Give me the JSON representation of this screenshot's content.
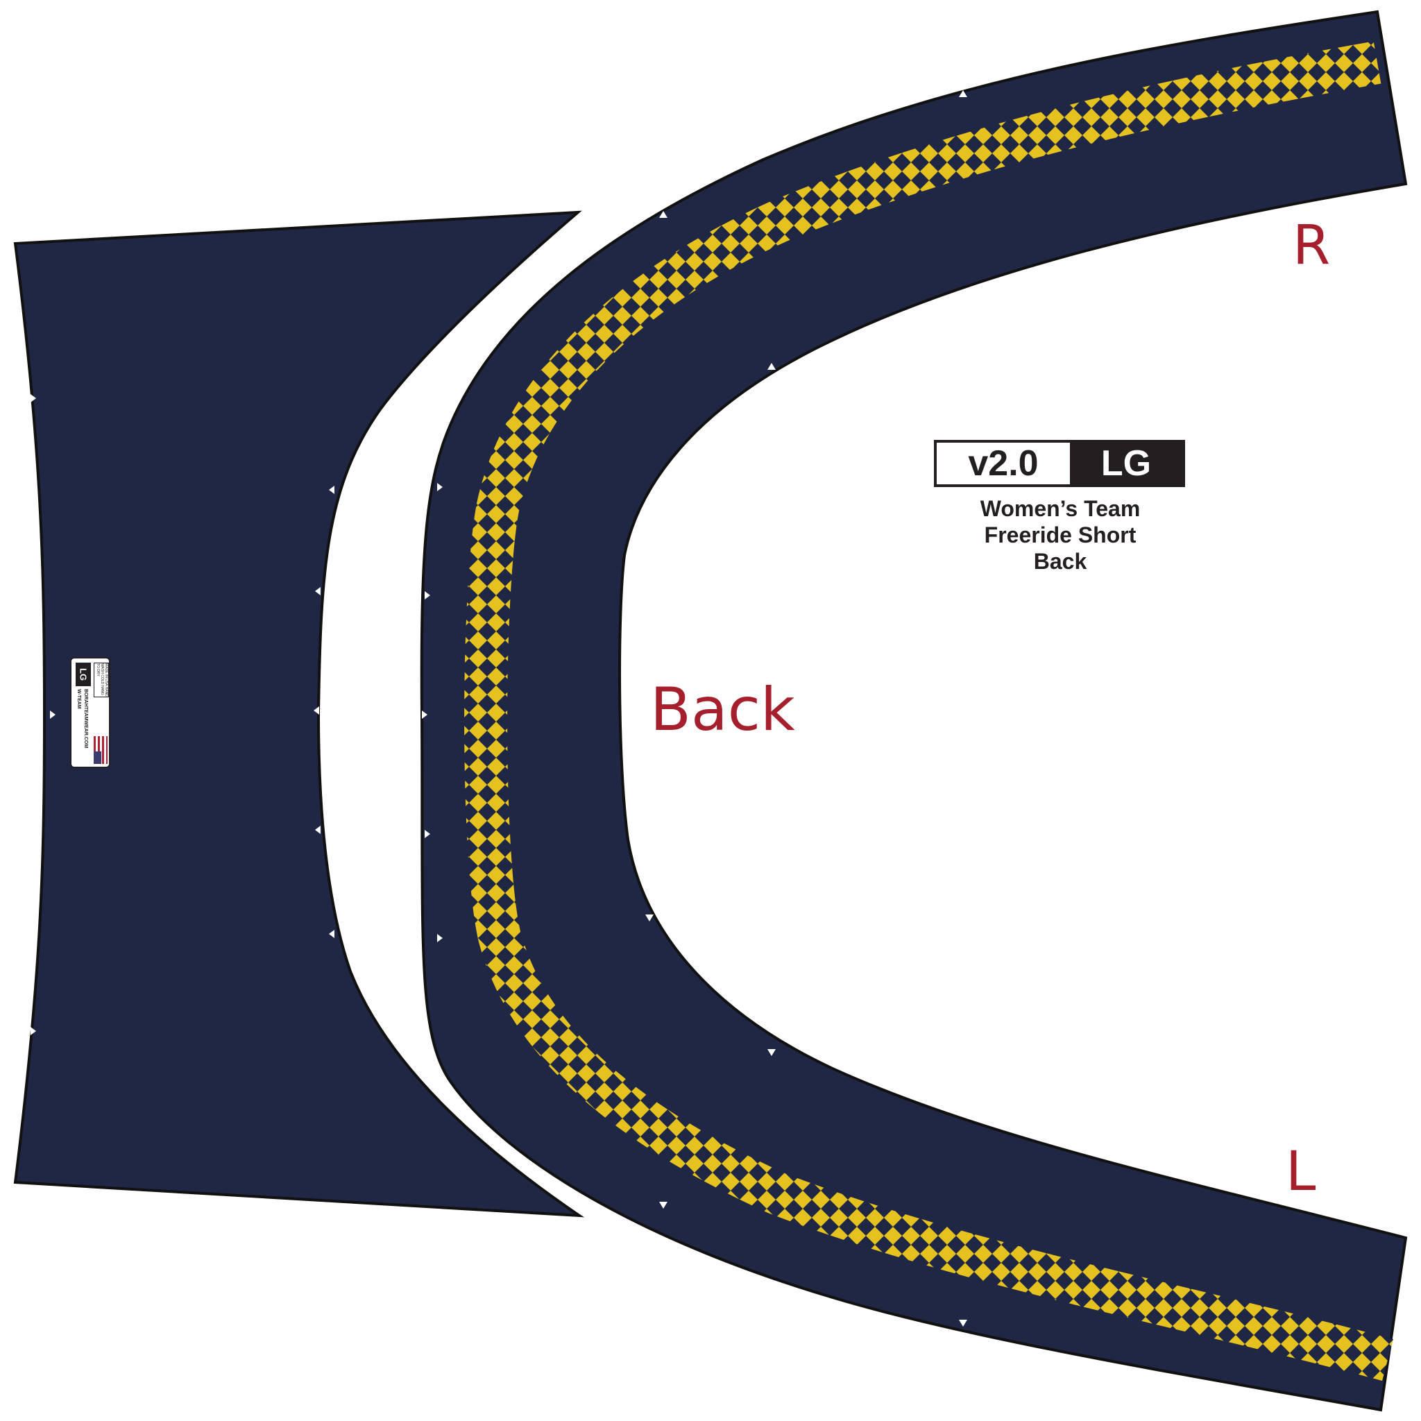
{
  "pattern": {
    "version": "v2.0",
    "size": "LG",
    "title_lines": [
      "Women’s Team",
      "Freeride Short",
      "Back"
    ]
  },
  "labels": {
    "right": "R",
    "left": "L",
    "center": "Back"
  },
  "tag": {
    "size": "LG",
    "team": "W-TEAM",
    "url": "BORAHTEAMWEAR.COM",
    "care": "MADE IN USA HAND WASH COLD HANG TO DRY"
  },
  "colors": {
    "fabric": "#1f2744",
    "checker": "#e6c220",
    "outline": "#111111",
    "label_red": "#a51f2d",
    "background": "#ffffff"
  }
}
